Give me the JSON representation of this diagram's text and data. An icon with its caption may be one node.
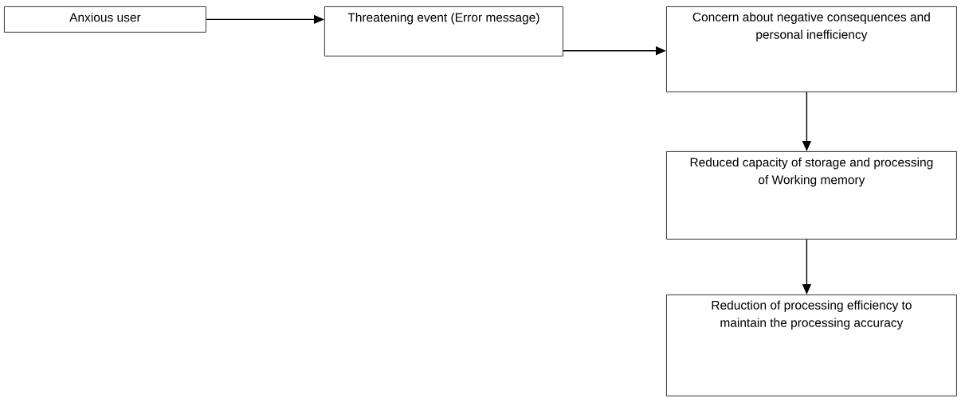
{
  "diagram": {
    "nodes": [
      {
        "text": [
          "Anxious user"
        ]
      },
      {
        "text": [
          "Threatening event (Error message)"
        ]
      },
      {
        "text": [
          "Concern about negative consequences and personal inefficiency"
        ]
      },
      {
        "text": [
          "Reduced capacity of storage and processing of Working memory"
        ]
      },
      {
        "text": [
          "Reduction of processing efficiency to maintain the processing accuracy"
        ]
      }
    ],
    "edges": [
      {
        "from": 0,
        "to": 1,
        "arrow": "to"
      },
      {
        "from": 1,
        "to": 2,
        "arrow": "to"
      },
      {
        "from": 2,
        "to": 3,
        "arrow": "to"
      },
      {
        "from": 3,
        "to": 4,
        "arrow": "to"
      }
    ]
  }
}
